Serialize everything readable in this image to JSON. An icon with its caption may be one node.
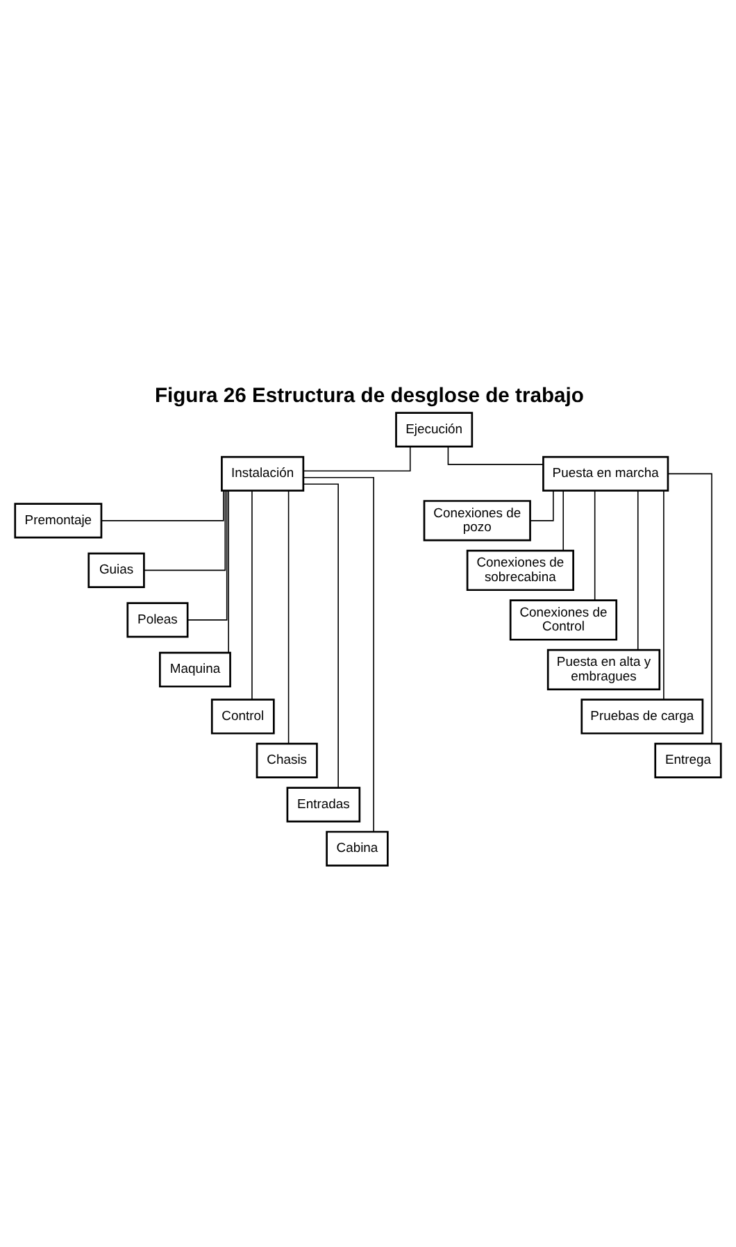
{
  "diagram": {
    "title": "Figura 26 Estructura de desglose de trabajo",
    "nodes": [
      {
        "text": [
          "Ejecución"
        ]
      },
      {
        "text": [
          "Instalación"
        ]
      },
      {
        "text": [
          "Puesta en marcha"
        ]
      },
      {
        "text": [
          "Premontaje"
        ]
      },
      {
        "text": [
          "Guias"
        ]
      },
      {
        "text": [
          "Poleas"
        ]
      },
      {
        "text": [
          "Maquina"
        ]
      },
      {
        "text": [
          "Control"
        ]
      },
      {
        "text": [
          "Chasis"
        ]
      },
      {
        "text": [
          "Entradas"
        ]
      },
      {
        "text": [
          "Cabina"
        ]
      },
      {
        "text": [
          "Conexiones de pozo"
        ]
      },
      {
        "text": [
          "Conexiones de sobrecabina"
        ]
      },
      {
        "text": [
          "Conexiones de Control"
        ]
      },
      {
        "text": [
          "Puesta en alta y embragues"
        ]
      },
      {
        "text": [
          "Pruebas de carga"
        ]
      },
      {
        "text": [
          "Entrega"
        ]
      }
    ],
    "edges": [
      {
        "from": 0,
        "to": 1,
        "arrow": "none"
      },
      {
        "from": 0,
        "to": 2,
        "arrow": "none"
      },
      {
        "from": 1,
        "to": 3,
        "arrow": "none"
      },
      {
        "from": 1,
        "to": 4,
        "arrow": "none"
      },
      {
        "from": 1,
        "to": 5,
        "arrow": "none"
      },
      {
        "from": 1,
        "to": 6,
        "arrow": "none"
      },
      {
        "from": 1,
        "to": 7,
        "arrow": "none"
      },
      {
        "from": 1,
        "to": 8,
        "arrow": "none"
      },
      {
        "from": 1,
        "to": 9,
        "arrow": "none"
      },
      {
        "from": 1,
        "to": 10,
        "arrow": "none"
      },
      {
        "from": 2,
        "to": 11,
        "arrow": "none"
      },
      {
        "from": 2,
        "to": 12,
        "arrow": "none"
      },
      {
        "from": 2,
        "to": 13,
        "arrow": "none"
      },
      {
        "from": 2,
        "to": 14,
        "arrow": "none"
      },
      {
        "from": 2,
        "to": 15,
        "arrow": "none"
      },
      {
        "from": 2,
        "to": 16,
        "arrow": "none"
      }
    ]
  }
}
